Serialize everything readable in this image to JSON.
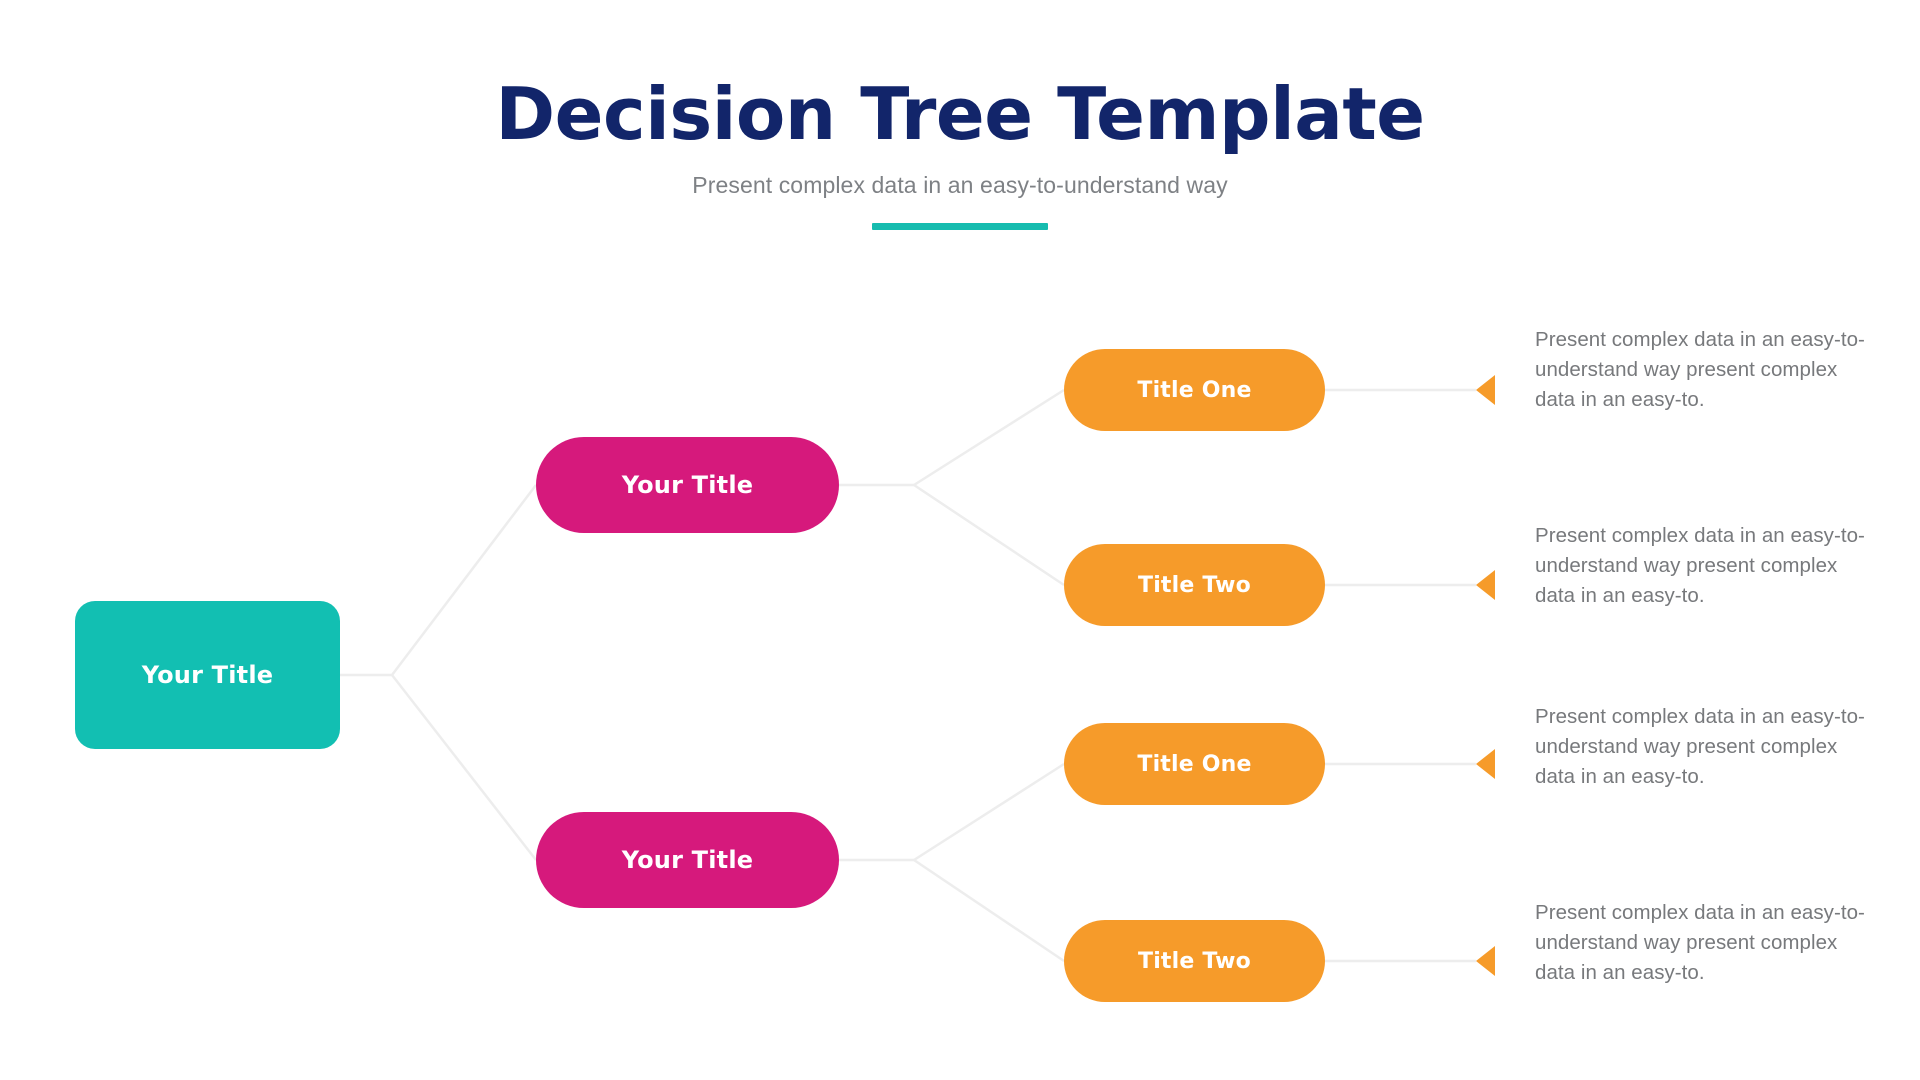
{
  "header": {
    "title": "Decision Tree Template",
    "subtitle": "Present complex data in an easy-to-understand way"
  },
  "colors": {
    "title": "#12256A",
    "subtitle": "#7E8185",
    "rule": "#16BCAF",
    "root_node": "#12BFB2",
    "branch_node": "#D6197C",
    "leaf_node": "#F69B2A",
    "arrow": "#F69B2A",
    "connector": "#EDEDED",
    "description": "#77797C",
    "background": "#FFFFFF"
  },
  "diagram": {
    "root": {
      "label": "Your Title"
    },
    "branches": [
      {
        "label": "Your Title"
      },
      {
        "label": "Your Title"
      }
    ],
    "leaves": [
      {
        "label": "Title One",
        "description": "Present complex data in an easy-to-understand way present complex data in an easy-to."
      },
      {
        "label": "Title Two",
        "description": "Present complex data in an easy-to-understand way present complex data in an easy-to."
      },
      {
        "label": "Title One",
        "description": "Present complex data in an easy-to-understand way present complex data in an easy-to."
      },
      {
        "label": "Title Two",
        "description": "Present complex data in an easy-to-understand way present complex data in an easy-to."
      }
    ]
  }
}
